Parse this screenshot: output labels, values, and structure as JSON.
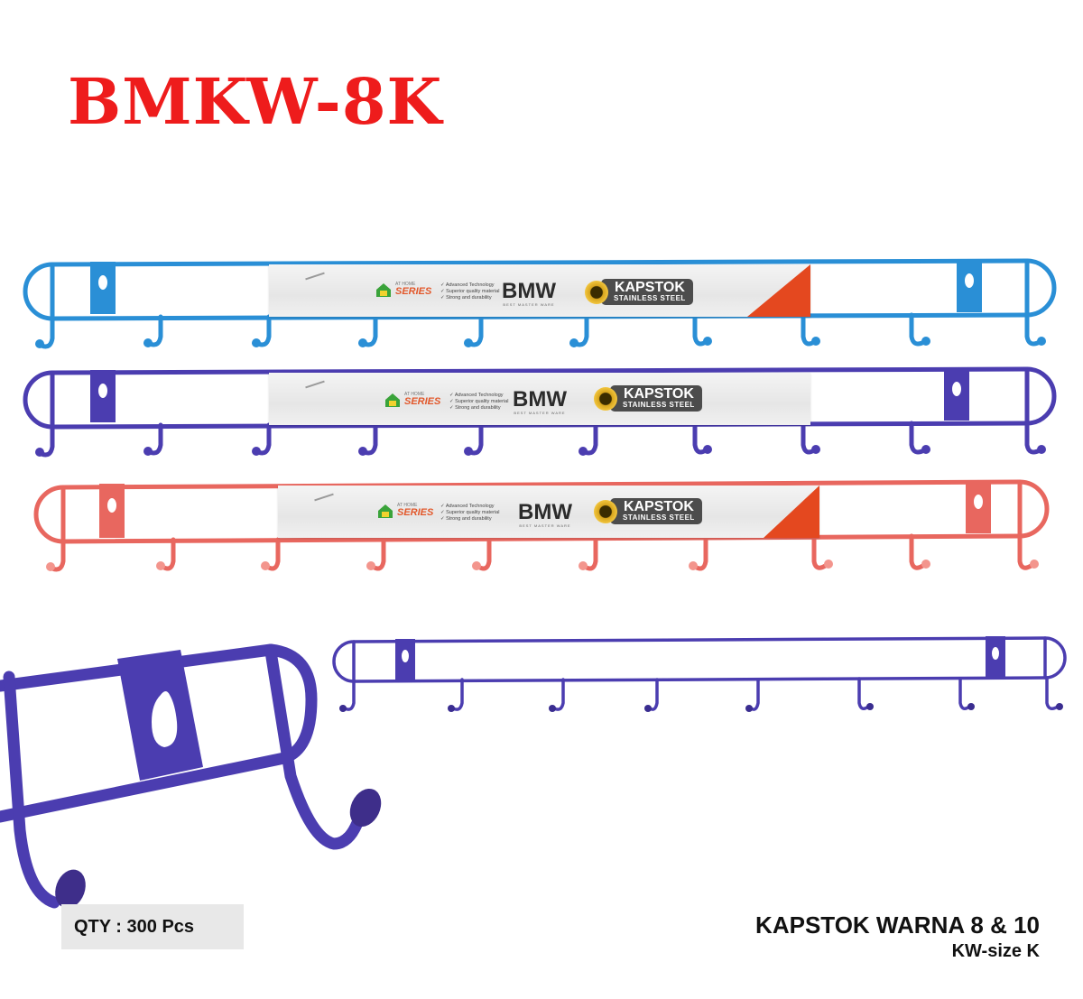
{
  "header": {
    "title": "BMKW-8K",
    "title_color": "#ee1c1c"
  },
  "racks": [
    {
      "color_name": "blue",
      "color": "#2a8fd6",
      "hooks": 10,
      "label": {
        "series_small": "AT HOME",
        "series_big": "SERIES",
        "features": [
          "✓ Advanced Technology",
          "✓ Superior quality material",
          "✓ Strong and durability"
        ],
        "brand": "BMW",
        "brand_tag": "BEST MASTER WARE",
        "badge_title": "KAPSTOK",
        "badge_subtitle": "STAINLESS STEEL"
      }
    },
    {
      "color_name": "purple",
      "color": "#4b3db0",
      "hooks": 10,
      "label": {
        "series_small": "AT HOME",
        "series_big": "SERIES",
        "features": [
          "✓ Advanced Technology",
          "✓ Superior quality material",
          "✓ Strong and durability"
        ],
        "brand": "BMW",
        "brand_tag": "BEST MASTER WARE",
        "badge_title": "KAPSTOK",
        "badge_subtitle": "STAINLESS STEEL"
      }
    },
    {
      "color_name": "red",
      "color": "#e8675f",
      "hooks": 10,
      "label": {
        "series_small": "AT HOME",
        "series_big": "SERIES",
        "features": [
          "✓ Advanced Technology",
          "✓ Superior quality material",
          "✓ Strong and durability"
        ],
        "brand": "BMW",
        "brand_tag": "BEST MASTER WARE",
        "badge_title": "KAPSTOK",
        "badge_subtitle": "STAINLESS STEEL"
      }
    },
    {
      "color_name": "purple",
      "color": "#4b3db0",
      "hooks": 8
    }
  ],
  "footer": {
    "qty": "QTY :  300 Pcs",
    "product_name": "KAPSTOK WARNA 8 & 10",
    "product_size": "KW-size K"
  }
}
